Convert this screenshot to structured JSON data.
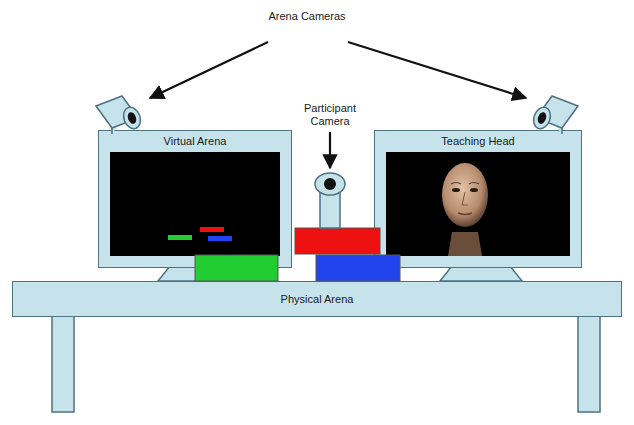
{
  "diagram": {
    "nodes": [
      {
        "text": [
          "Virtual Arena"
        ]
      },
      {
        "text": [
          "Teaching Head"
        ]
      },
      {
        "text": [
          "Physical Arena"
        ]
      }
    ],
    "labels": [
      "Arena Cameras",
      "Participant Camera"
    ]
  }
}
